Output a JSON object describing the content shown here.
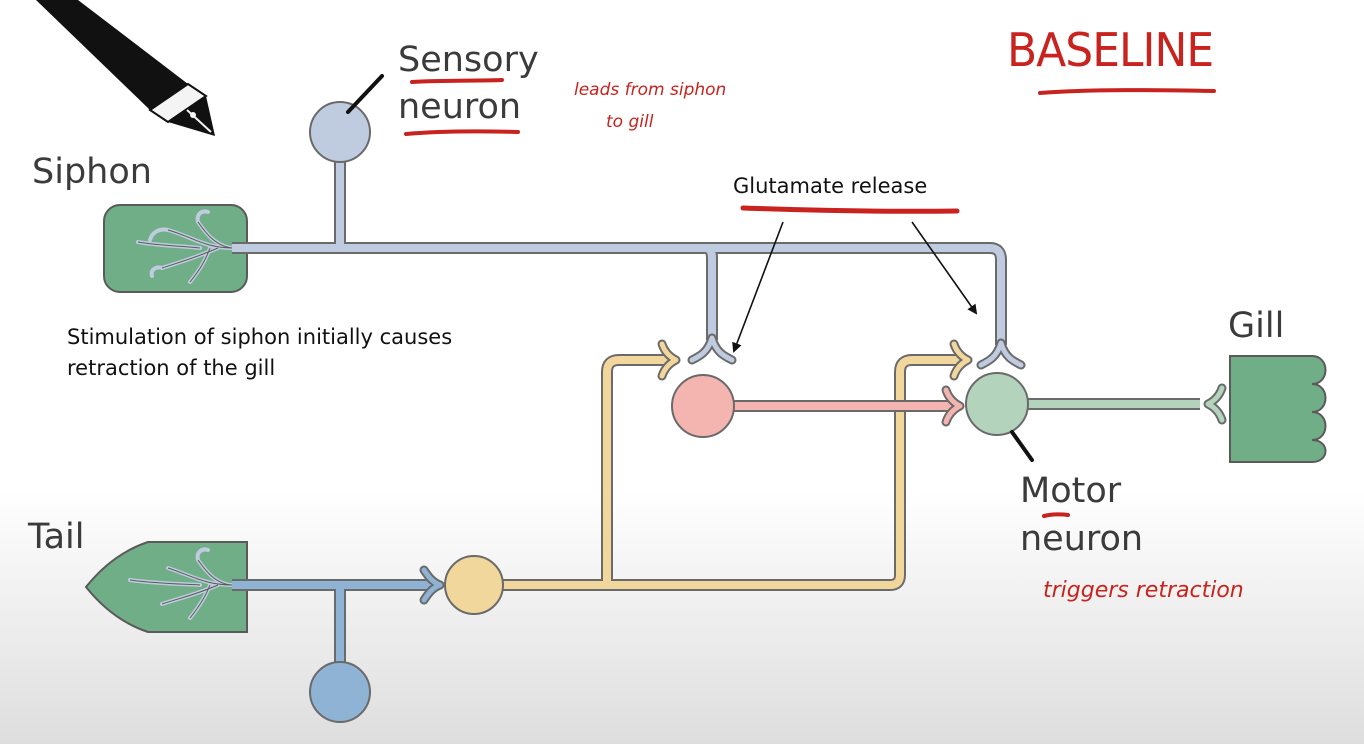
{
  "labels": {
    "sensory_line1": "Sensory",
    "sensory_line2": "neuron",
    "siphon": "Siphon",
    "glutamate": "Glutamate release",
    "gill": "Gill",
    "motor_line1": "Motor",
    "motor_line2": "neuron",
    "tail": "Tail"
  },
  "caption": "Stimulation of siphon initially causes retraction of the gill",
  "annotations": {
    "title": "BASELINE",
    "sensory_note_line1": "leads from siphon",
    "sensory_note_line2": "to gill",
    "motor_note": "triggers retraction"
  },
  "colors": {
    "sensory_blue": "#bfcbdf",
    "sensory_blue_dark": "#8fb3d4",
    "pathway_stroke": "#6a6a6a",
    "interneuron_pink": "#f4b5b1",
    "facilitator_yellow": "#f2d79c",
    "motor_green": "#b3d3bd",
    "organ_green": "#6fae86",
    "annotation_red": "#c8231e"
  },
  "icons": {
    "pen": "fountain-pen-icon"
  }
}
